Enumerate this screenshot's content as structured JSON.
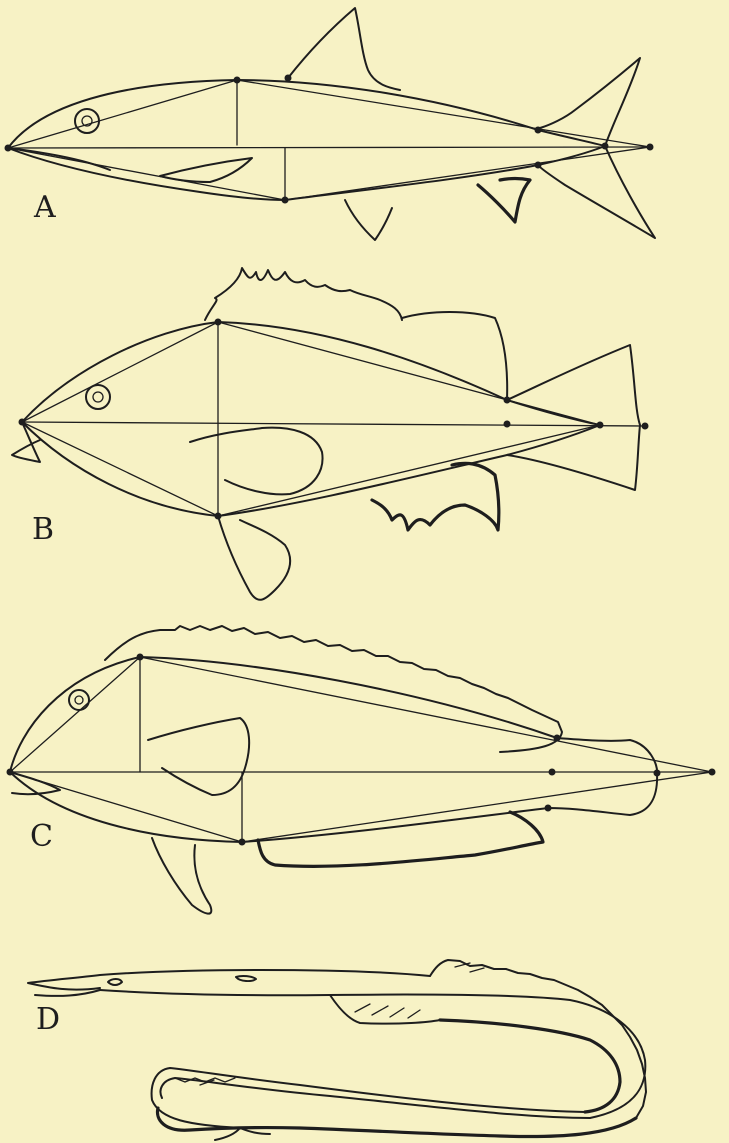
{
  "panels": [
    {
      "id": "A",
      "label": "A"
    },
    {
      "id": "B",
      "label": "B"
    },
    {
      "id": "C",
      "label": "C"
    },
    {
      "id": "D",
      "label": "D"
    }
  ],
  "colors": {
    "background": "#f7f2c5",
    "ink": "#1e1e1e"
  }
}
